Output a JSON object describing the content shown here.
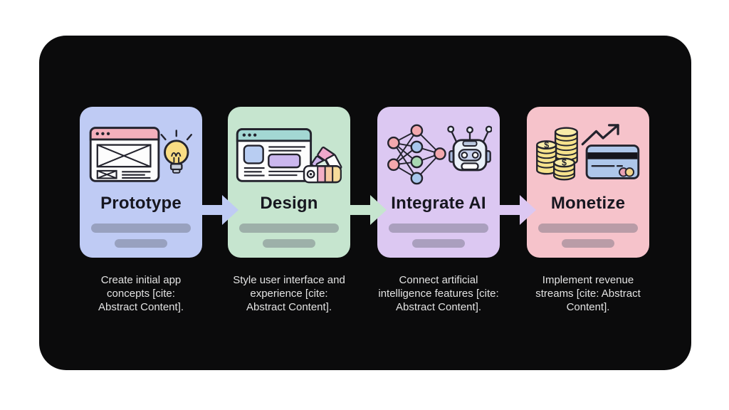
{
  "styles": {
    "page_bg": "#ffffff",
    "panel_bg": "#0b0b0c",
    "title_color": "#16161f",
    "description_color": "#e3e3e3",
    "bar_color": "rgba(95,98,112,0.40)",
    "icon_outline": "#23232d"
  },
  "steps": [
    {
      "title": "Prototype",
      "description": "Create initial app concepts [cite: Abstract Content].",
      "card_color": "#bfcbf4",
      "icon": "wireframe-browser-and-lightbulb",
      "placeholder_bar_count": 2
    },
    {
      "title": "Design",
      "description": "Style user interface and experience [cite: Abstract Content].",
      "card_color": "#c6e5cf",
      "icon": "styled-browser-and-color-swatches",
      "placeholder_bar_count": 2
    },
    {
      "title": "Integrate AI",
      "description": "Connect artificial intelligence features [cite: Abstract Content].",
      "card_color": "#dcc8f2",
      "icon": "neural-network-and-robot",
      "placeholder_bar_count": 2
    },
    {
      "title": "Monetize",
      "description": "Implement revenue streams [cite: Abstract Content].",
      "card_color": "#f6c3cb",
      "icon": "coins-credit-card-growth-arrow",
      "placeholder_bar_count": 2
    }
  ],
  "arrows": [
    {
      "color": "#bfcbf4"
    },
    {
      "color": "#c6e5cf"
    },
    {
      "color": "#dcc8f2"
    }
  ]
}
